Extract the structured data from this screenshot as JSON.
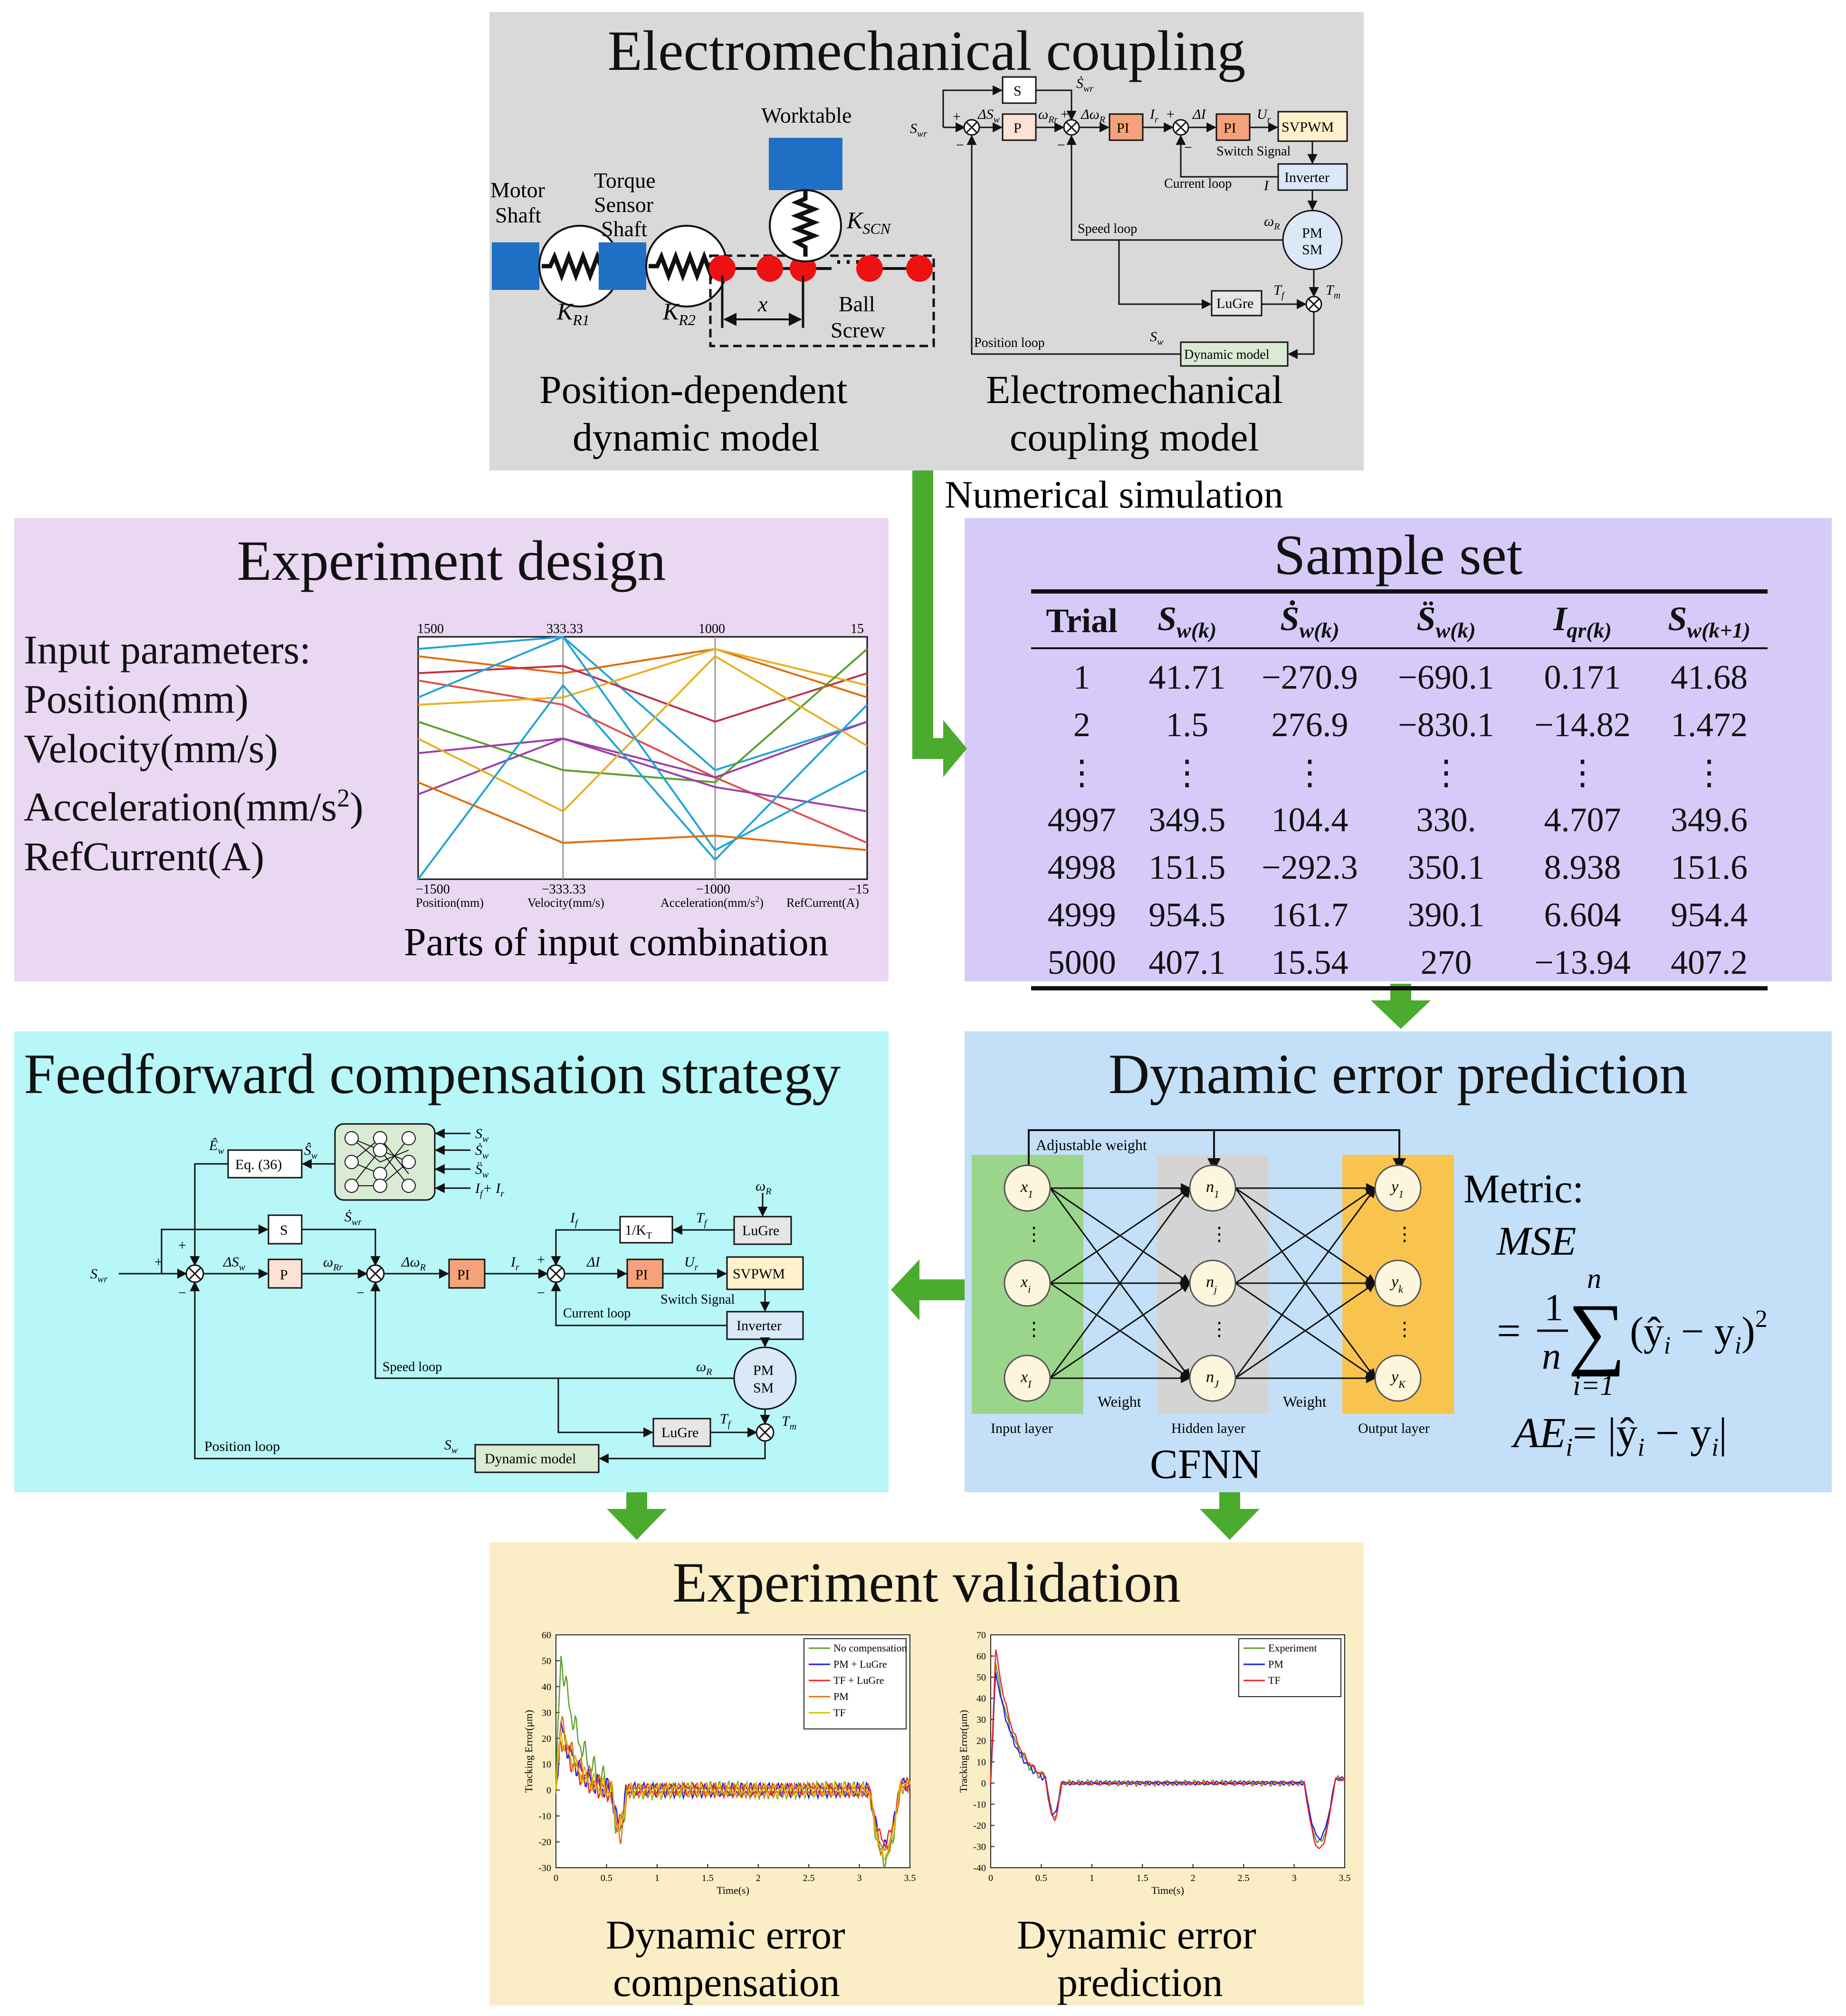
{
  "colors": {
    "panel_top": "#d9d9d9",
    "panel_experiment_design": "#ead7f2",
    "panel_sample_set": "#d6cbf8",
    "panel_feedforward": "#b7f7f7",
    "panel_prediction": "#c3e0f8",
    "panel_validation": "#fbeec6",
    "arrow_green": "#4bab2e",
    "block_blue": "#1f6fc5",
    "ball_red": "#ee1111",
    "block_orange": "#f5a27a",
    "block_peach": "#fbe2d5",
    "block_yellow": "#fff2cc",
    "block_lightblue": "#dae8f8",
    "block_gray": "#e6e6e6",
    "block_green": "#d9ebd3",
    "nn_input": "#9bd58b",
    "nn_hidden": "#d4d4d4",
    "nn_output": "#f9c44d",
    "nn_node": "#fdf6dd"
  },
  "top": {
    "title": "Electromechanical coupling",
    "caption_left": [
      "Position-dependent",
      "dynamic model"
    ],
    "caption_right": [
      "Electromechanical",
      "coupling model"
    ],
    "labels": {
      "motor_shaft": [
        "Motor",
        "Shaft"
      ],
      "torque_sensor": [
        "Torque",
        "Sensor",
        "Shaft"
      ],
      "worktable": "Worktable",
      "kscn": "K",
      "kscn_sub": "SCN",
      "kr1": "K",
      "kr1_sub": "R1",
      "kr2": "K",
      "kr2_sub": "R2",
      "x": "x",
      "ball_screw": [
        "Ball",
        "Screw"
      ]
    }
  },
  "arrow_label": "Numerical simulation",
  "control": {
    "swr": "S",
    "swr_sub": "wr",
    "s_block": "S",
    "p_block": "P",
    "pi_block": "PI",
    "svpwm": "SVPWM",
    "switch_signal": "Switch Signal",
    "inverter": "Inverter",
    "current_loop": "Current loop",
    "speed_loop": "Speed loop",
    "position_loop": "Position loop",
    "pmsm": [
      "PM",
      "SM"
    ],
    "lugre": "LuGre",
    "dynamic_model": "Dynamic model",
    "delta_sw": "ΔS",
    "delta_sw_sub": "w",
    "omega_rr": "ω",
    "omega_rr_sub": "Rr",
    "delta_omega": "Δω",
    "delta_omega_sub": "R",
    "ir": "I",
    "ir_sub": "r",
    "delta_i": "ΔI",
    "ur": "U",
    "ur_sub": "r",
    "i": "I",
    "omega_r": "ω",
    "omega_r_sub": "R",
    "tf": "T",
    "tf_sub": "f",
    "tm": "T",
    "tm_sub": "m",
    "sw": "S",
    "sw_sub": "w",
    "swr_dot": "Ṡ",
    "swr_dot_sub": "wr",
    "plus": "+",
    "minus": "−",
    "ew_hat": "Ê",
    "ew_hat_sub": "w",
    "eq36": "Eq. (36)",
    "sw_hat": "Ŝ",
    "sw_hat_sub": "w",
    "one_over_kt": "1/K",
    "one_over_kt_sub": "T",
    "if": "I",
    "if_sub": "f",
    "nn_inputs": [
      "S",
      "Ṡ",
      "S̈",
      "I"
    ],
    "nn_inputs_sub": [
      "w",
      "w",
      "w",
      "f"
    ],
    "nn_input_last_tail": "+ I",
    "nn_input_last_tail_sub": "r"
  },
  "experiment_design": {
    "title": "Experiment design",
    "params": [
      "Input parameters:",
      "Position(mm)",
      "Velocity(mm/s)",
      "Acceleration(mm/s",
      "RefCurrent(A)"
    ],
    "accel_sup": "2",
    "accel_tail": ")",
    "caption": "Parts of input combination",
    "pc_top": [
      "1500",
      "333.33",
      "1000",
      "15"
    ],
    "pc_bottom": [
      "−1500",
      "−333.33",
      "−1000",
      "−15"
    ],
    "pc_axes": [
      "Position(mm)",
      "Velocity(mm/s)",
      "Acceleration(mm/s",
      "RefCurrent(A)"
    ],
    "pc_accel_sup": "2",
    "pc_accel_tail": ")"
  },
  "sample_set": {
    "title": "Sample set",
    "headers": [
      "Trial",
      "S",
      "Ṡ",
      "S̈",
      "I",
      "S"
    ],
    "header_subs": [
      "",
      "w(k)",
      "w(k)",
      "w(k)",
      "qr(k)",
      "w(k+1)"
    ],
    "rows": [
      [
        "1",
        "41.71",
        "−270.9",
        "−690.1",
        "0.171",
        "41.68"
      ],
      [
        "2",
        "1.5",
        "276.9",
        "−830.1",
        "−14.82",
        "1.472"
      ],
      [
        "⋮",
        "⋮",
        "⋮",
        "⋮",
        "⋮",
        "⋮"
      ],
      [
        "4997",
        "349.5",
        "104.4",
        "330.",
        "4.707",
        "349.6"
      ],
      [
        "4998",
        "151.5",
        "−292.3",
        "350.1",
        "8.938",
        "151.6"
      ],
      [
        "4999",
        "954.5",
        "161.7",
        "390.1",
        "6.604",
        "954.4"
      ],
      [
        "5000",
        "407.1",
        "15.54",
        "270",
        "−13.94",
        "407.2"
      ]
    ]
  },
  "feedforward": {
    "title": "Feedforward compensation strategy"
  },
  "prediction": {
    "title": "Dynamic error prediction",
    "adjustable_weight": "Adjustable weight",
    "weight": "Weight",
    "input_layer": "Input layer",
    "hidden_layer": "Hidden layer",
    "output_layer": "Output layer",
    "network": "CFNN",
    "input_nodes": [
      "x",
      "x",
      "x"
    ],
    "input_subs": [
      "1",
      "i",
      "I"
    ],
    "hidden_nodes": [
      "n",
      "n",
      "n"
    ],
    "hidden_subs": [
      "1",
      "j",
      "J"
    ],
    "output_nodes": [
      "y",
      "y",
      "y"
    ],
    "output_subs": [
      "1",
      "k",
      "K"
    ],
    "metric_label": "Metric:",
    "mse": "MSE",
    "mse_eq": "=",
    "frac_num": "1",
    "frac_den": "n",
    "sum_top": "n",
    "sum_bottom": "i=1",
    "sum_sign": "∑",
    "sum_body": "(ŷ",
    "sum_body_mid": " − y",
    "sum_body_end": ")",
    "sum_sup": "2",
    "ae": "AE",
    "ae_sub": "i",
    "ae_rhs": "= |ŷ",
    "ae_rhs_mid": " − y",
    "ae_rhs_end": "|",
    "i_sub": "i"
  },
  "validation": {
    "title": "Experiment validation",
    "caption_left": [
      "Dynamic error",
      "compensation"
    ],
    "caption_right": [
      "Dynamic error",
      "prediction"
    ]
  },
  "chart_data": [
    {
      "type": "line",
      "xlabel": "Time(s)",
      "ylabel": "Tracking Error(μm)",
      "xlim": [
        0,
        3.5
      ],
      "ylim": [
        -30,
        60
      ],
      "xticks": [
        "0",
        "0.5",
        "1",
        "1.5",
        "2",
        "2.5",
        "3",
        "3.5"
      ],
      "yticks": [
        "60",
        "50",
        "40",
        "30",
        "20",
        "10",
        "0",
        "-10",
        "-20",
        "-30"
      ],
      "legend": "top-right",
      "series": [
        {
          "name": "No compensation",
          "color": "#5aa02c",
          "peak": 54,
          "noise": 3.5,
          "min1": -16,
          "min2": -27
        },
        {
          "name": "PM + LuGre",
          "color": "#1a1aee",
          "peak": 26,
          "noise": 3.0,
          "min1": -14,
          "min2": -22
        },
        {
          "name": "TF + LuGre",
          "color": "#ee2020",
          "peak": 22,
          "noise": 2.8,
          "min1": -13,
          "min2": -20
        },
        {
          "name": "PM",
          "color": "#e36c09",
          "peak": 28,
          "noise": 3.0,
          "min1": -17,
          "min2": -24
        },
        {
          "name": "TF",
          "color": "#d4c100",
          "peak": 24,
          "noise": 2.8,
          "min1": -15,
          "min2": -25
        }
      ]
    },
    {
      "type": "line",
      "xlabel": "Time(s)",
      "ylabel": "Tracking Error(μm)",
      "xlim": [
        0,
        3.5
      ],
      "ylim": [
        -40,
        70
      ],
      "xticks": [
        "0",
        "0.5",
        "1",
        "1.5",
        "2",
        "2.5",
        "3",
        "3.5"
      ],
      "yticks": [
        "70",
        "60",
        "50",
        "40",
        "30",
        "20",
        "10",
        "0",
        "-10",
        "-20",
        "-30",
        "-40"
      ],
      "legend": "top-right",
      "series": [
        {
          "name": "Experiment",
          "color": "#5aa02c",
          "peak": 58,
          "noise": 1.5,
          "min1": -16,
          "min2": -28
        },
        {
          "name": "PM",
          "color": "#1a1aee",
          "peak": 55,
          "noise": 1.0,
          "min1": -15,
          "min2": -26
        },
        {
          "name": "TF",
          "color": "#ee2020",
          "peak": 65,
          "noise": 0.8,
          "min1": -17,
          "min2": -31
        }
      ]
    }
  ]
}
